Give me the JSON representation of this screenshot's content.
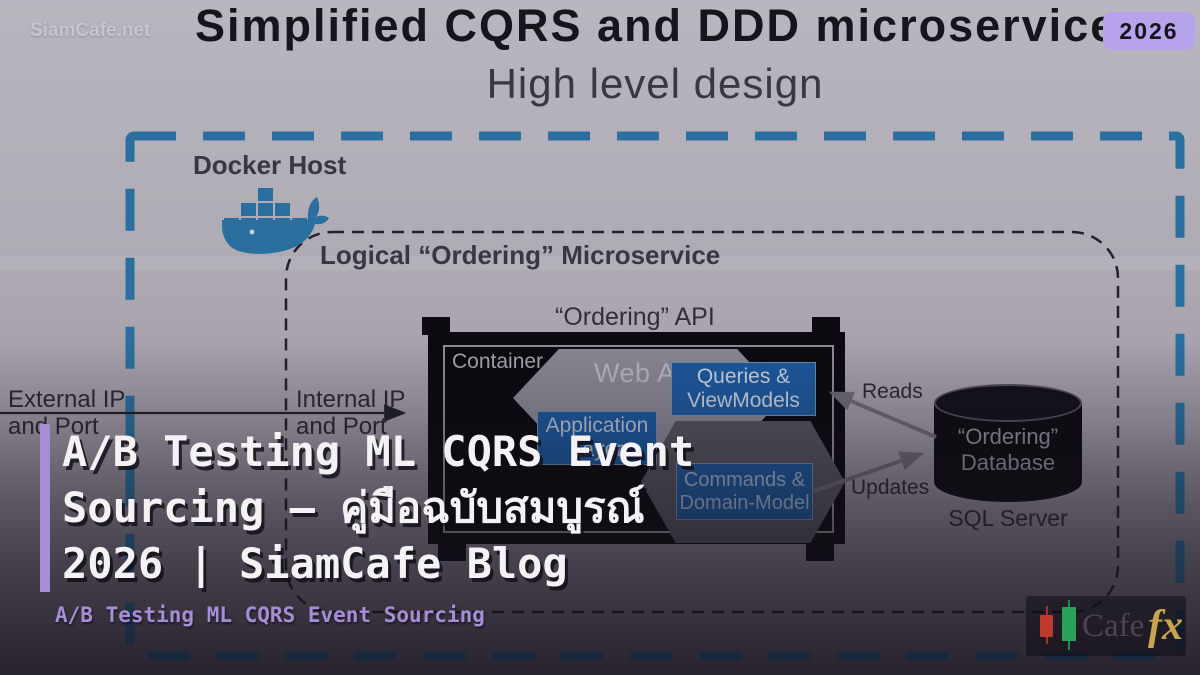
{
  "header": {
    "watermark": "SiamCafe.net",
    "title": "Simplified CQRS and DDD microservice",
    "subtitle": "High level design",
    "year_badge": "2026"
  },
  "docker_host": {
    "label": "Docker Host"
  },
  "microservice": {
    "label": "Logical “Ordering” Microservice"
  },
  "ordering_api_label": "“Ordering” API",
  "container": {
    "label": "Container",
    "web_api_hexagon": "Web API",
    "application_box": [
      "Application",
      "Layer"
    ],
    "queries_box": [
      "Queries &",
      "ViewModels"
    ],
    "commands_box": [
      "Commands &",
      "Domain-Model"
    ]
  },
  "connections": {
    "external_ip": [
      "External IP",
      "and Port"
    ],
    "internal_ip": [
      "Internal IP",
      "and Port"
    ],
    "reads": "Reads",
    "updates": "Updates"
  },
  "database": {
    "name": [
      "“Ordering”",
      "Database"
    ],
    "engine": "SQL Server"
  },
  "overlay": {
    "title_lines": [
      "A/B Testing ML CQRS Event",
      "Sourcing — คู่มือฉบับสมบูรณ์",
      "2026 | SiamCafe Blog"
    ],
    "subtitle": "A/B Testing ML CQRS Event Sourcing"
  },
  "logo": {
    "brand": "Cafe",
    "suffix": "fx"
  },
  "colors": {
    "docker_blue": "#2a6f9e",
    "box_blue": "#1d589c",
    "badge_purple": "#b7a3ec",
    "accent_purple": "#a78dd8",
    "overlay_text": "#f4f2f5",
    "gold": "#c9a44f",
    "candle_red": "#c03a2b",
    "candle_green": "#2aa05a"
  }
}
